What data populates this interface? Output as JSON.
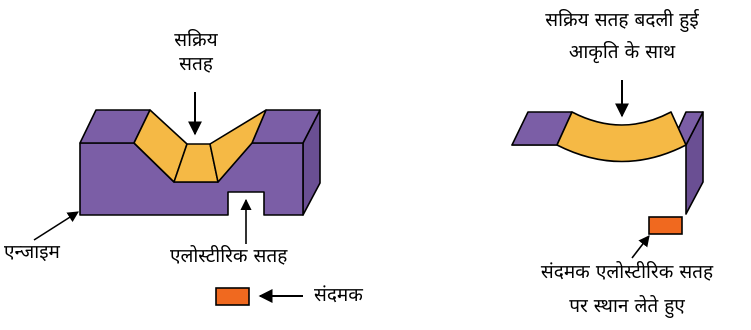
{
  "labels": {
    "active_site": [
      "सक्रिय",
      "सतह"
    ],
    "enzyme": "एन्जाइम",
    "allosteric_site": "एलोस्टीरिक सतह",
    "regulator": "संदमक",
    "changed_site": [
      "सक्रिय सतह बदली हुई",
      "आकृति के साथ"
    ],
    "regulator_bound": [
      "संदमक एलोस्टीरिक सतह",
      "पर स्थान लेते हुए"
    ]
  },
  "colors": {
    "enzyme_front": "#7b5ea6",
    "enzyme_top": "#7b5ea6",
    "enzyme_side": "#6a4f93",
    "active_site": "#f5b945",
    "regulator": "#f0691f",
    "outline": "#000000"
  }
}
